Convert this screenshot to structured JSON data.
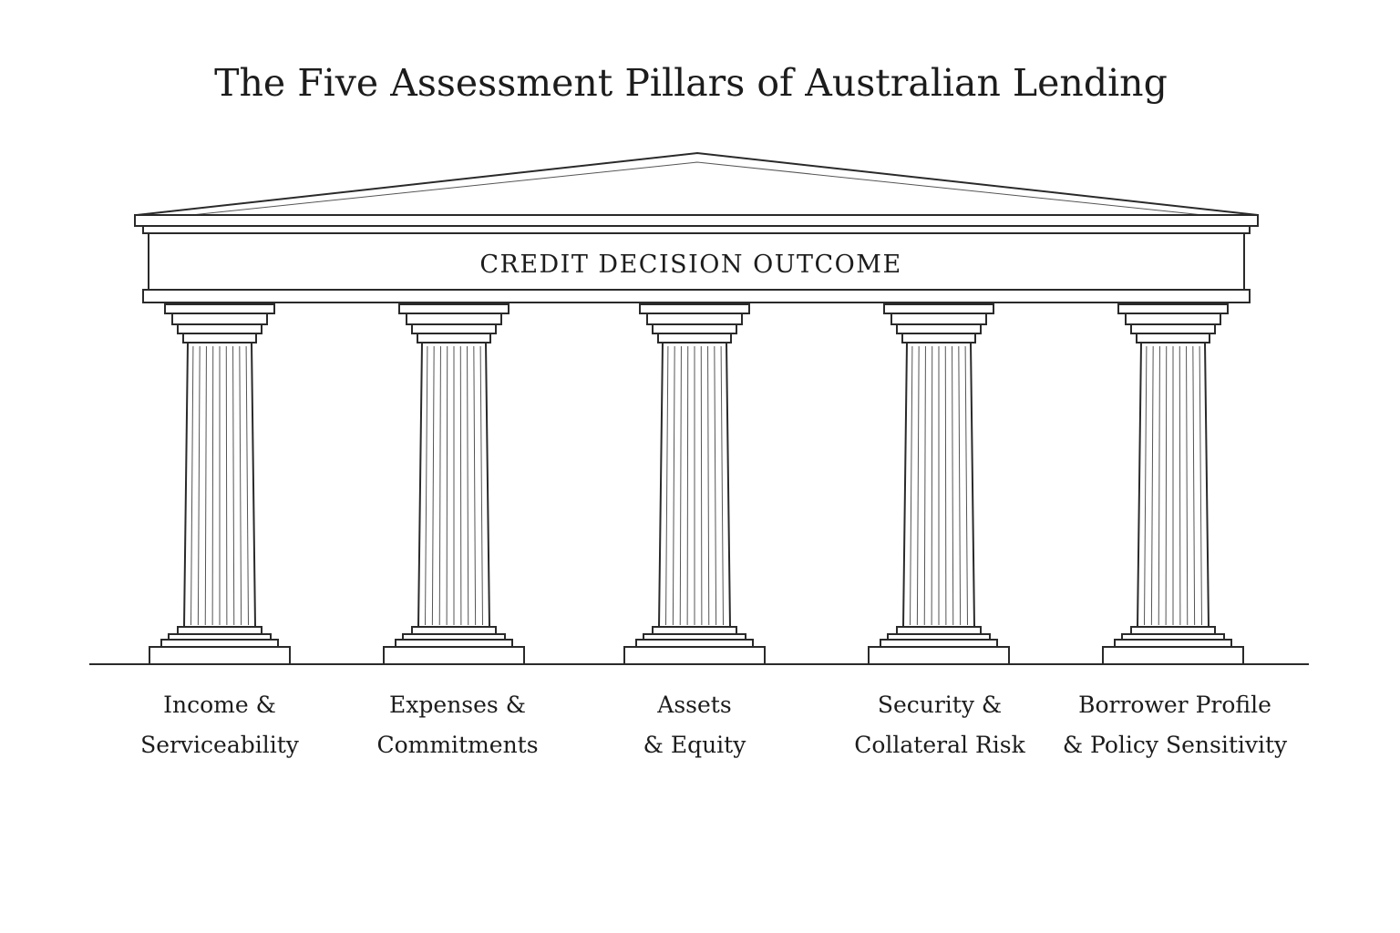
{
  "title": "The Five Assessment Pillars of Australian Lending",
  "entablature_label": "CREDIT DECISION OUTCOME",
  "pillars": [
    {
      "lines": [
        "Income &",
        "Serviceability"
      ]
    },
    {
      "lines": [
        "Expenses &",
        "Commitments"
      ]
    },
    {
      "lines": [
        "Assets",
        "& Equity"
      ]
    },
    {
      "lines": [
        "Security &",
        "Collateral Risk"
      ]
    },
    {
      "lines": [
        "Borrower Profile",
        "& Policy Sensitivity"
      ]
    }
  ],
  "colors": {
    "ink": "#2a2a2a",
    "background": "#ffffff"
  }
}
